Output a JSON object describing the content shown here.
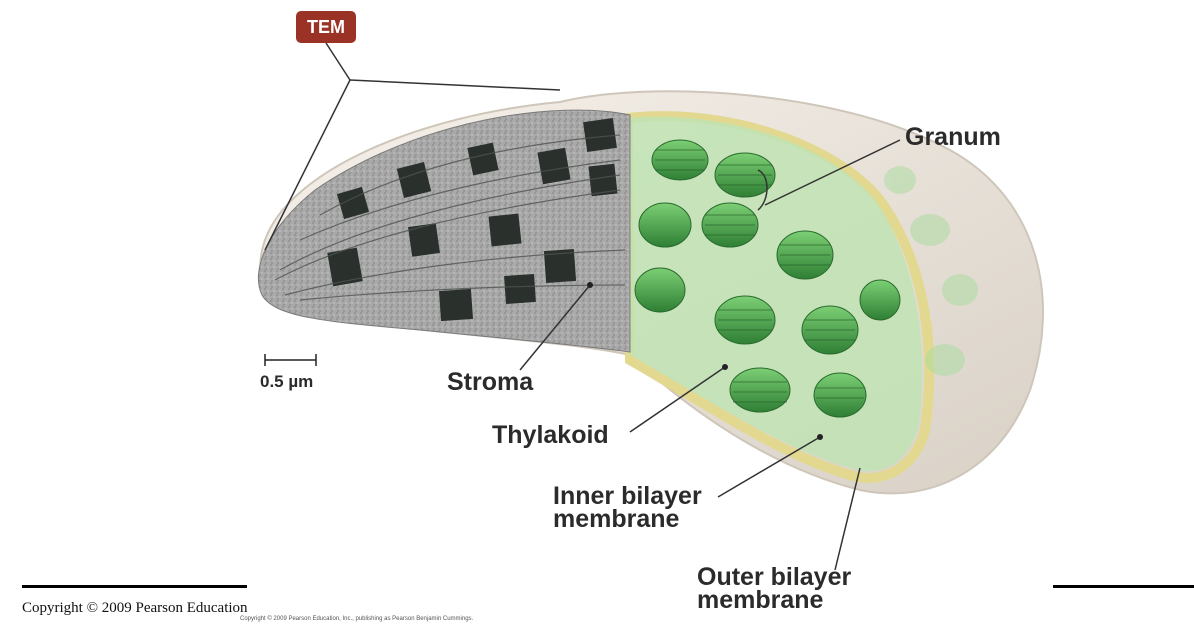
{
  "badge": {
    "text": "TEM"
  },
  "scale_bar": {
    "label": "0.5 µm"
  },
  "labels": {
    "granum": "Granum",
    "stroma": "Stroma",
    "thylakoid": "Thylakoid",
    "inner_membrane": [
      "Inner bilayer",
      "membrane"
    ],
    "outer_membrane": [
      "Outer bilayer",
      "membrane"
    ]
  },
  "footer": {
    "copyright": "Copyright © 2009 Pearson Education, Inc.",
    "copyright_small": "Copyright © 2009 Pearson Education, Inc., publishing as Pearson Benjamin Cummings."
  },
  "colors": {
    "badge": "#9a3326",
    "grana": "#4aa64a",
    "membrane": "#e3d88f",
    "envelope": "#ece6de"
  }
}
